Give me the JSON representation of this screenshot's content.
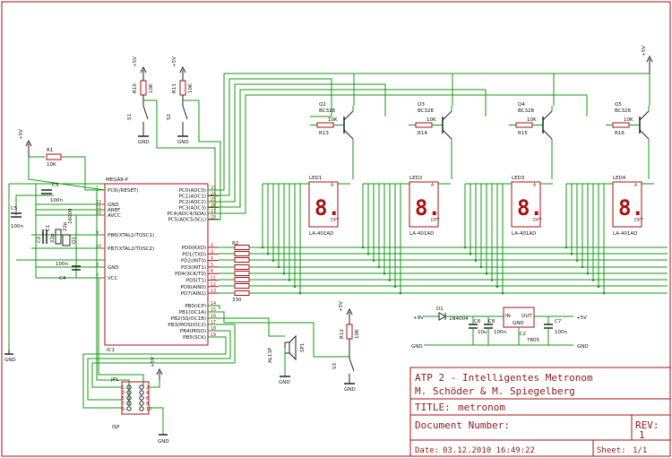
{
  "title_block": {
    "project": "ATP 2 - Intelligentes Metronom",
    "authors": "M. Schöder & M. Spiegelberg",
    "title_label": "TITLE:",
    "title_value": "metronom",
    "docnum_label": "Document Number:",
    "rev_label": "REV:",
    "rev_value": "1",
    "date_label": "Date:",
    "date_value": "03.12.2010 16:49:22",
    "sheet_label": "Sheet:",
    "sheet_value": "1/1"
  },
  "ic1": {
    "name": "MEGA8-P",
    "ref": "IC1",
    "left_pins": [
      {
        "num": "1",
        "name": "PC6(/RESET)"
      },
      {
        "num": "22",
        "name": "GND"
      },
      {
        "num": "21",
        "name": "AREF"
      },
      {
        "num": "20",
        "name": "AVCC"
      },
      {
        "num": "9",
        "name": "PB6(XTAL1/TOSC1)"
      },
      {
        "num": "10",
        "name": "PB7(XTAL2/TOSC2)"
      },
      {
        "num": "8",
        "name": "GND"
      },
      {
        "num": "7",
        "name": "VCC"
      }
    ],
    "right_pins_top": [
      {
        "num": "23",
        "name": "PC0(ADC0)"
      },
      {
        "num": "24",
        "name": "PC1(ADC1)"
      },
      {
        "num": "25",
        "name": "PC2(ADC2)"
      },
      {
        "num": "26",
        "name": "PC3(ADC3)"
      },
      {
        "num": "27",
        "name": "PC4(ADC4/SDA)"
      },
      {
        "num": "28",
        "name": "PC5(ADC5/SCL)"
      }
    ],
    "right_pins_mid": [
      {
        "num": "2",
        "name": "PD0(RXD)"
      },
      {
        "num": "3",
        "name": "PD1(TXD)"
      },
      {
        "num": "4",
        "name": "PD2(INT0)"
      },
      {
        "num": "5",
        "name": "PD3(INT1)"
      },
      {
        "num": "6",
        "name": "PD4(XCK/T0)"
      },
      {
        "num": "11",
        "name": "PD5(T1)"
      },
      {
        "num": "12",
        "name": "PD6(AIN0)"
      },
      {
        "num": "13",
        "name": "PD7(AIN1)"
      }
    ],
    "right_pins_bot": [
      {
        "num": "14",
        "name": "PB0(ICP)"
      },
      {
        "num": "15",
        "name": "PB1(OC1A)"
      },
      {
        "num": "16",
        "name": "PB2(SS/OC1B)"
      },
      {
        "num": "17",
        "name": "PB3(MOSI/OC2)"
      },
      {
        "num": "18",
        "name": "PB4(MISO)"
      },
      {
        "num": "19",
        "name": "PB5(SCK)"
      }
    ]
  },
  "labels": {
    "vcc": "+5V",
    "gnd": "GND",
    "r1": "R1",
    "r1v": "10K",
    "r10": "R10",
    "r10v": "10K",
    "r11": "R11",
    "r11v": "10K",
    "r12": "R12",
    "r12v": "10K",
    "s1": "S1",
    "s2": "S2",
    "s3": "S3",
    "c3": "C3",
    "c3v": "100n",
    "c5": "C5",
    "c5v": "100n",
    "c1": "C1",
    "c1v": "22p",
    "c2": "C2",
    "c2v": "22p",
    "q1": "Q1",
    "q1v": "16000",
    "c4": "C4",
    "c4v": "100n",
    "r2": "R2",
    "r2v": "330",
    "jp1": "JP1",
    "isp": "ISP",
    "sp1": "SP1",
    "sp1v": "AL11P",
    "d1": "D1",
    "d1v": "1N4004",
    "c6": "C6",
    "c6v": "10u",
    "c8": "C8",
    "c8v": "100n",
    "c7": "C7",
    "c7v": "100n",
    "ic2": "IC2",
    "ic2v": "7805",
    "ic2_in": "IN",
    "ic2_out": "OUT",
    "ic2_gnd": "GND",
    "vin": "+9V"
  },
  "transistors": [
    {
      "ref": "Q2",
      "type": "BC328",
      "r": "R13",
      "rv": "10K"
    },
    {
      "ref": "Q3",
      "type": "BC328",
      "r": "R14",
      "rv": "10K"
    },
    {
      "ref": "Q4",
      "type": "BC328",
      "r": "R15",
      "rv": "10K"
    },
    {
      "ref": "Q5",
      "type": "BC328",
      "r": "R16",
      "rv": "10K"
    }
  ],
  "leds": [
    {
      "ref": "LED1",
      "type": "LA-401AD"
    },
    {
      "ref": "LED2",
      "type": "LA-401AD"
    },
    {
      "ref": "LED3",
      "type": "LA-401AD"
    },
    {
      "ref": "LED4",
      "type": "LA-401AD"
    }
  ],
  "seg": {
    "digit": "8.",
    "dp": "DP7"
  }
}
